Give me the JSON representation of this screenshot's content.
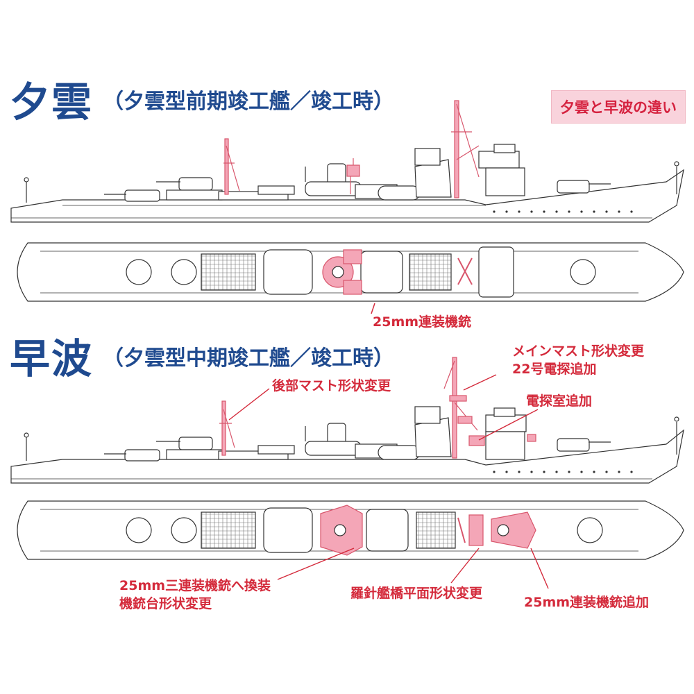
{
  "ship1": {
    "name": "夕雲",
    "subtitle": "（夕雲型前期竣工艦／竣工時）",
    "badge": "夕雲と早波の違い",
    "callouts": {
      "aa_twin": "25mm連装機銃"
    }
  },
  "ship2": {
    "name": "早波",
    "subtitle": "（夕雲型中期竣工艦／竣工時）",
    "callouts": {
      "main_mast_1": "メインマスト形状変更",
      "main_mast_2": "22号電探追加",
      "rear_mast": "後部マスト形状変更",
      "radar_room": "電探室追加",
      "triple_1": "25mm三連装機銃へ換装",
      "triple_2": "機銃台形状変更",
      "bridge": "羅針艦橋平面形状変更",
      "twin_add": "25mm連装機銃追加"
    }
  },
  "colors": {
    "title": "#1f4a8f",
    "callout": "#d42a3b",
    "highlight": "#f4a6b7",
    "highlight_stroke": "#d8566c",
    "line": "#3a3a3a",
    "badge_bg": "#f9d3dc"
  }
}
